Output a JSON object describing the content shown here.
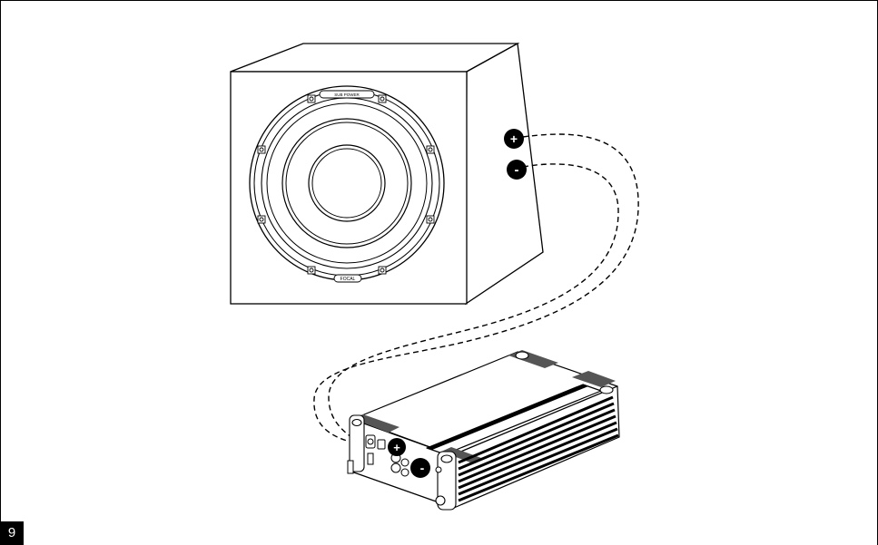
{
  "page_number": "9",
  "subwoofer": {
    "brand_label": "FOCAL",
    "ring_label": "SUB POWER",
    "terminal_plus": "+",
    "terminal_minus": "-"
  },
  "amplifier": {
    "terminal_plus": "+",
    "terminal_minus": "-"
  },
  "colors": {
    "line": "#000000",
    "background": "#ffffff",
    "terminal": "#000000"
  }
}
